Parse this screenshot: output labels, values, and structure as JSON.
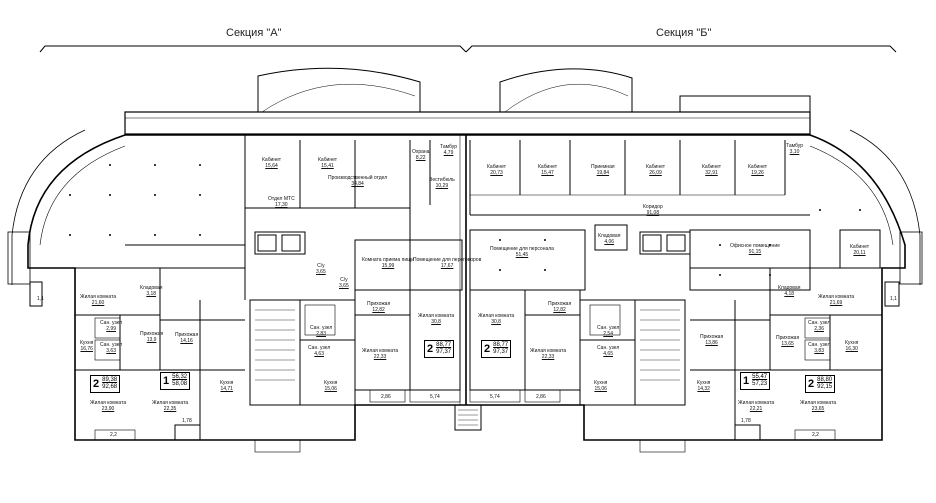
{
  "sections": {
    "a": "Секция \"А\"",
    "b": "Секция \"Б\""
  },
  "rooms": [
    {
      "key": "cab1",
      "name": "Кабинет",
      "area": "15,64"
    },
    {
      "key": "cab2",
      "name": "Кабинет",
      "area": "15,41"
    },
    {
      "key": "prod",
      "name": "Производственный отдел",
      "area": "34,84"
    },
    {
      "key": "guard",
      "name": "Охрана",
      "area": "8,22"
    },
    {
      "key": "tambur1",
      "name": "Тамбур",
      "area": "4,79"
    },
    {
      "key": "vest",
      "name": "Вестибюль",
      "area": "10,29"
    },
    {
      "key": "mts",
      "name": "Отдел МТС",
      "area": "17,30"
    },
    {
      "key": "cab3",
      "name": "Кабинет",
      "area": "20,73"
    },
    {
      "key": "cab4",
      "name": "Кабинет",
      "area": "15,47"
    },
    {
      "key": "recep",
      "name": "Приемная",
      "area": "19,84"
    },
    {
      "key": "cab5",
      "name": "Кабинет",
      "area": "26,09"
    },
    {
      "key": "cab6",
      "name": "Кабинет",
      "area": "32,91"
    },
    {
      "key": "cab7",
      "name": "Кабинет",
      "area": "19,26"
    },
    {
      "key": "tambur2",
      "name": "Тамбур",
      "area": "3,10"
    },
    {
      "key": "corr",
      "name": "Коридор",
      "area": "91,08"
    },
    {
      "key": "stor1",
      "name": "Кладовая",
      "area": "4,06"
    },
    {
      "key": "office",
      "name": "Офисное помещение",
      "area": "91,15"
    },
    {
      "key": "cab8",
      "name": "Кабинет",
      "area": "20,11"
    },
    {
      "key": "meal",
      "name": "Комната приема пищи",
      "area": "15,99"
    },
    {
      "key": "nego",
      "name": "Помещение для переговоров",
      "area": "17,67"
    },
    {
      "key": "pers",
      "name": "Помещение для персонала",
      "area": "51,45"
    },
    {
      "key": "su1",
      "name": "С/у",
      "area": "3,65"
    },
    {
      "key": "su2",
      "name": "С/у",
      "area": "3,65"
    },
    {
      "key": "storA",
      "name": "Кладовая",
      "area": "3,18"
    },
    {
      "key": "storB",
      "name": "Кладовая",
      "area": "4,18"
    },
    {
      "key": "liv1",
      "name": "Жилая комната",
      "area": "21,60"
    },
    {
      "key": "liv2",
      "name": "Жилая комната",
      "area": "21,69"
    },
    {
      "key": "hall1",
      "name": "Прихожая",
      "area": "13,9"
    },
    {
      "key": "hall2",
      "name": "Прихожая",
      "area": "14,16"
    },
    {
      "key": "hall3",
      "name": "Прихожая",
      "area": "12,82"
    },
    {
      "key": "hall4",
      "name": "Прихожая",
      "area": "12,82"
    },
    {
      "key": "hall5",
      "name": "Прихожая",
      "area": "13,86"
    },
    {
      "key": "hall6",
      "name": "Прихожая",
      "area": "13,65"
    },
    {
      "key": "kit1",
      "name": "Кухня",
      "area": "16,76"
    },
    {
      "key": "kit2",
      "name": "Кухня",
      "area": "14,71"
    },
    {
      "key": "kit3",
      "name": "Кухня",
      "area": "15,06"
    },
    {
      "key": "kit4",
      "name": "Кухня",
      "area": "15,06"
    },
    {
      "key": "kit5",
      "name": "Кухня",
      "area": "14,32"
    },
    {
      "key": "kit6",
      "name": "Кухня",
      "area": "16,30"
    },
    {
      "key": "liv3",
      "name": "Жилая комната",
      "area": "30,8"
    },
    {
      "key": "liv4",
      "name": "Жилая комната",
      "area": "30,8"
    },
    {
      "key": "liv5",
      "name": "Жилая комната",
      "area": "22,33"
    },
    {
      "key": "liv6",
      "name": "Жилая комната",
      "area": "22,33"
    },
    {
      "key": "liv7",
      "name": "Жилая комната",
      "area": "23,90"
    },
    {
      "key": "liv8",
      "name": "Жилая комната",
      "area": "22,35"
    },
    {
      "key": "liv9",
      "name": "Жилая комната",
      "area": "22,21"
    },
    {
      "key": "liv10",
      "name": "Жилая комната",
      "area": "23,65"
    },
    {
      "key": "bath1",
      "name": "Сан. узел",
      "area": "2,99"
    },
    {
      "key": "bath2",
      "name": "Сан. узел",
      "area": "3,63"
    },
    {
      "key": "bath3",
      "name": "Сан. узел",
      "area": "2,83"
    },
    {
      "key": "bath4",
      "name": "Сан. узел",
      "area": "4,63"
    },
    {
      "key": "bath5",
      "name": "Сан. узел",
      "area": "2,54"
    },
    {
      "key": "bath6",
      "name": "Сан. узел",
      "area": "4,65"
    },
    {
      "key": "bath7",
      "name": "Сан. узел",
      "area": "2,36"
    },
    {
      "key": "bath8",
      "name": "Сан. узел",
      "area": "3,83"
    }
  ],
  "apartments": [
    {
      "key": "apt1",
      "rooms": "2",
      "living": "89,38",
      "total": "92,68"
    },
    {
      "key": "apt2",
      "rooms": "1",
      "living": "56,32",
      "total": "58,08"
    },
    {
      "key": "apt3",
      "rooms": "2",
      "living": "88,77",
      "total": "97,37"
    },
    {
      "key": "apt4",
      "rooms": "2",
      "living": "88,77",
      "total": "97,37"
    },
    {
      "key": "apt5",
      "rooms": "1",
      "living": "55,47",
      "total": "57,23"
    },
    {
      "key": "apt6",
      "rooms": "2",
      "living": "88,80",
      "total": "92,15"
    }
  ],
  "dims": [
    "2,86",
    "5,74",
    "5,74",
    "2,86",
    "1,78",
    "1,78",
    "2,2",
    "2,2",
    "1,1",
    "1,1"
  ]
}
